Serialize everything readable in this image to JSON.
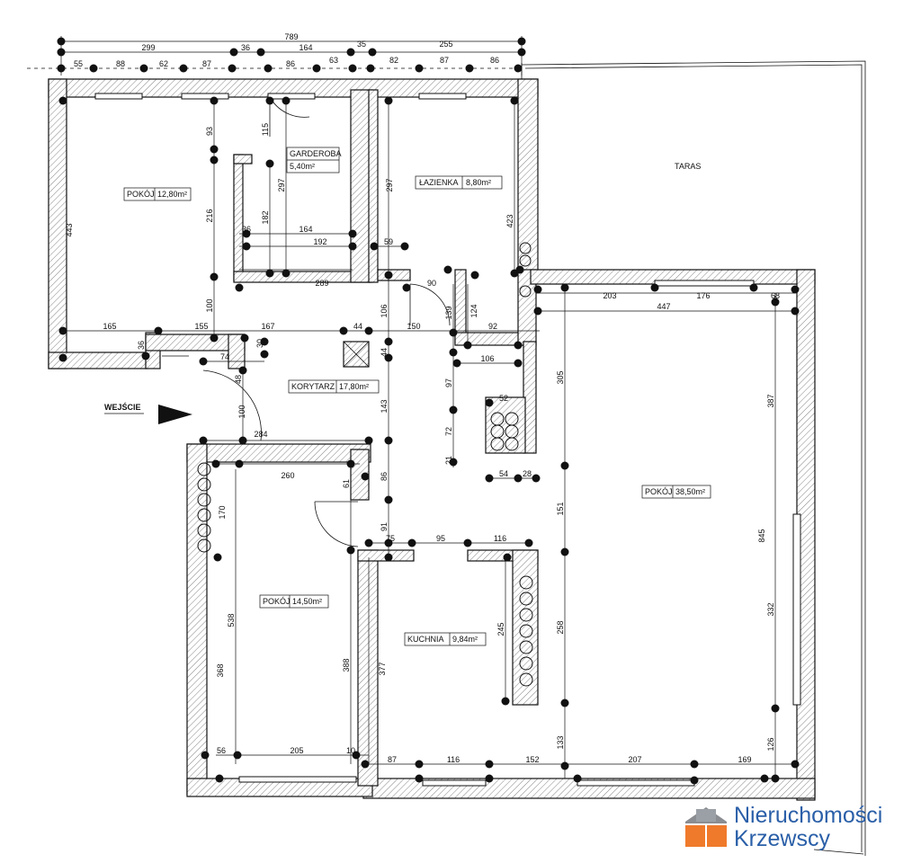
{
  "dims_top": {
    "row1": [
      "789"
    ],
    "row2": [
      "299",
      "36",
      "164",
      "35",
      "255"
    ],
    "row3": [
      "55",
      "88",
      "62",
      "87",
      "86",
      "63",
      "82",
      "87",
      "86"
    ]
  },
  "rooms": {
    "pokoj1": {
      "name": "POKÓJ",
      "area": "12,80m²"
    },
    "garderoba": {
      "name": "GARDEROBA",
      "area": "5,40m²"
    },
    "lazienka": {
      "name": "ŁAZIENKA",
      "area": "8,80m²"
    },
    "korytarz": {
      "name": "KORYTARZ",
      "area": "17,80m²"
    },
    "pokoj2": {
      "name": "POKÓJ",
      "area": "38,50m²"
    },
    "pokoj3": {
      "name": "POKÓJ",
      "area": "14,50m²"
    },
    "kuchnia": {
      "name": "KUCHNIA",
      "area": "9,84m²"
    },
    "taras": {
      "name": "TARAS"
    }
  },
  "entrance_label": "WEJŚCIE",
  "dims_inner": {
    "d93": "93",
    "d115": "115",
    "d443": "443",
    "d216": "216",
    "d297a": "297",
    "d182": "182",
    "d36a": "36",
    "d164b": "164",
    "d192": "192",
    "d297b": "297",
    "d59": "59",
    "d423": "423",
    "d289": "289",
    "d90": "90",
    "d100a": "100",
    "d106a": "106",
    "d139": "139",
    "d124": "124",
    "d203": "203",
    "d176": "176",
    "d68": "68",
    "d447": "447",
    "d165": "165",
    "d155": "155",
    "d167": "167",
    "d44a": "44",
    "d150": "150",
    "d92": "92",
    "d36b": "36",
    "d30": "30",
    "d74": "74",
    "d48": "48",
    "d44b": "44",
    "d106b": "106",
    "d305": "305",
    "d387": "387",
    "d97": "97",
    "d143": "143",
    "d52": "52",
    "d100b": "100",
    "d72": "72",
    "d284": "284",
    "d21": "21",
    "d54": "54",
    "d28": "28",
    "d260": "260",
    "d61": "61",
    "d86": "86",
    "d151": "151",
    "d170": "170",
    "d91": "91",
    "d75": "75",
    "d95": "95",
    "d116a": "116",
    "d845": "845",
    "d538": "538",
    "d245": "245",
    "d258": "258",
    "d332": "332",
    "d368": "368",
    "d388": "388",
    "d377": "377",
    "d133": "133",
    "d126": "126",
    "d56": "56",
    "d205": "205",
    "d10": "10",
    "d87": "87",
    "d116b": "116",
    "d152": "152",
    "d207": "207",
    "d169": "169"
  },
  "logo": {
    "line1": "Nieruchomości",
    "line2": "Krzewscy",
    "colors": {
      "blue": "#2a5fa8",
      "orange": "#f07a2b",
      "grey": "#8a8d91"
    }
  }
}
